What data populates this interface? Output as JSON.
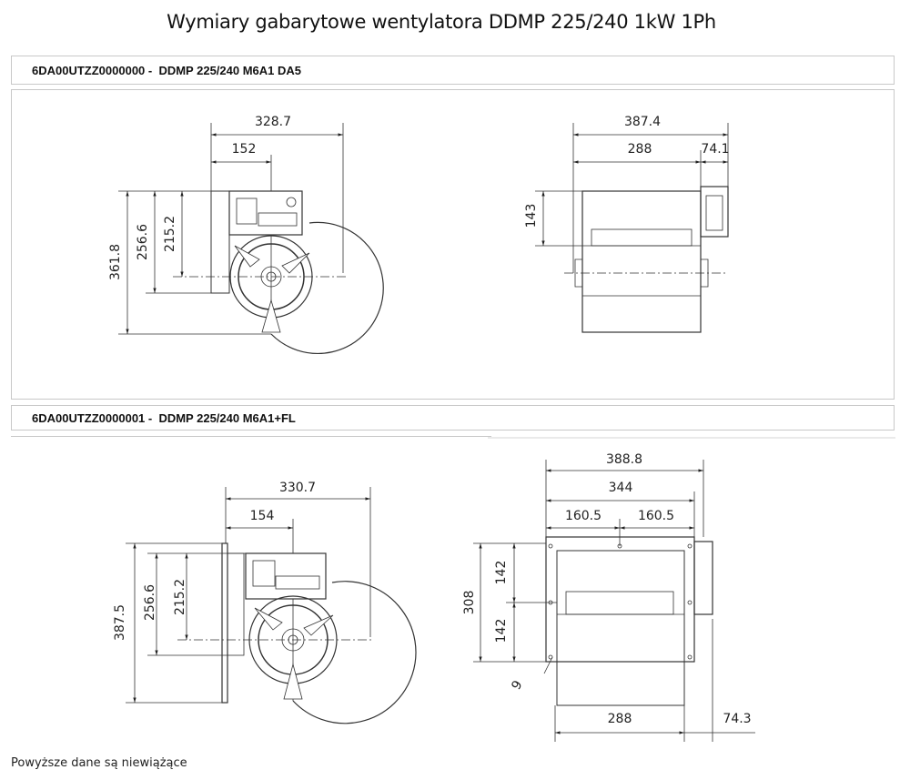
{
  "page_title": "Wymiary gabarytowe wentylatora DDMP 225/240 1kW 1Ph",
  "sections": [
    {
      "header": "6DA00UTZZ0000000 -  DDMP 225/240 M6A1 DA5",
      "front_view": {
        "width": "328.7",
        "center_offset": "152",
        "height": "361.8",
        "outlet_height": "256.6",
        "axis_height": "215.2"
      },
      "side_view": {
        "length": "387.4",
        "body_length": "288",
        "motor_length": "74.1",
        "outlet_height": "143"
      }
    },
    {
      "header": "6DA00UTZZ0000001 -  DDMP 225/240 M6A1+FL",
      "front_view": {
        "width": "330.7",
        "center_offset": "154",
        "height": "387.5",
        "outlet_height": "256.6",
        "axis_height": "215.2"
      },
      "side_view": {
        "length": "388.8",
        "flange_width": "344",
        "half_left": "160.5",
        "half_right": "160.5",
        "flange_height": "308",
        "half_top": "142",
        "half_bottom": "142",
        "hole": "9",
        "body_length": "288",
        "motor_length": "74.3"
      }
    }
  ],
  "footer_note": "Powyższe dane są niewiążące"
}
